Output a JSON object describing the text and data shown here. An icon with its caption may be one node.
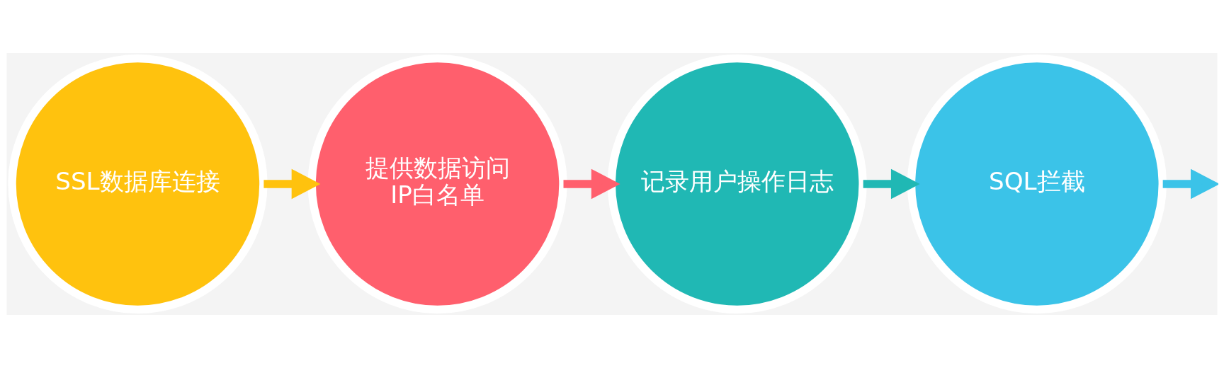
{
  "diagram": {
    "nodes": [
      {
        "text": [
          "SSL数据库连接"
        ]
      },
      {
        "text": [
          "提供数据访问 IP白名单"
        ]
      },
      {
        "text": [
          "记录用户操作日志"
        ]
      },
      {
        "text": [
          "SQL拦截"
        ]
      }
    ],
    "edges": [
      {
        "from": 0,
        "to": 1,
        "arrow": "to",
        "color": "#ffc20e"
      },
      {
        "from": 1,
        "to": 2,
        "arrow": "to",
        "color": "#ff5f6d"
      },
      {
        "from": 2,
        "to": 3,
        "arrow": "to",
        "color": "#20b8b4"
      },
      {
        "from": 3,
        "to": null,
        "arrow": "to",
        "color": "#3bc3e8"
      }
    ]
  }
}
